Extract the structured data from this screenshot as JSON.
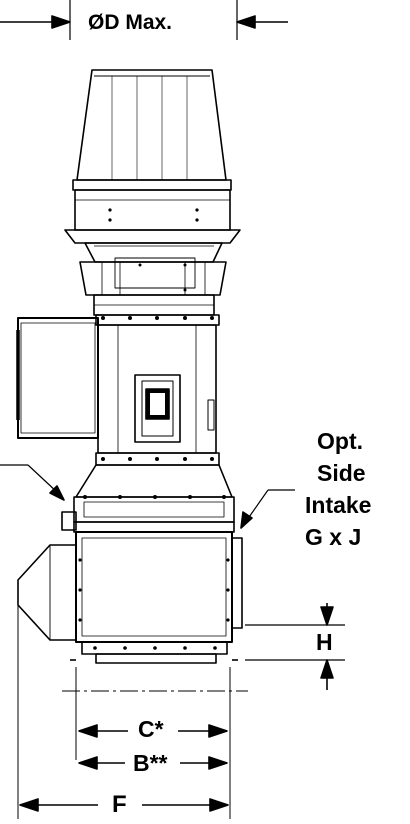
{
  "labels": {
    "diameter": "ØD Max.",
    "opt": "Opt.",
    "side": "Side",
    "intake": "Intake",
    "gxj": "G x J",
    "h": "H",
    "c": "C*",
    "b": "B**",
    "f": "F"
  },
  "colors": {
    "line": "#000000",
    "background": "#ffffff"
  }
}
